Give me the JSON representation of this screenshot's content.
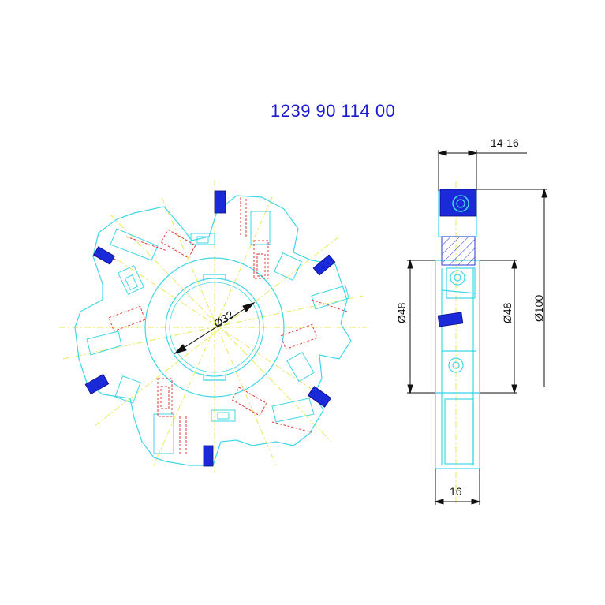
{
  "title": "1239 90 114  00",
  "dimensions": {
    "bore": "Ø32",
    "width_range": "14-16",
    "hub_left": "Ø48",
    "hub_right": "Ø48",
    "outer": "Ø100",
    "thickness": "16"
  },
  "colors": {
    "outline": "#3fd7e6",
    "centerline": "#e8e85a",
    "hidden": "#e23a3a",
    "insert": "#1a2ad8",
    "dimension": "#111111",
    "hatch": "#2a3ad0"
  }
}
